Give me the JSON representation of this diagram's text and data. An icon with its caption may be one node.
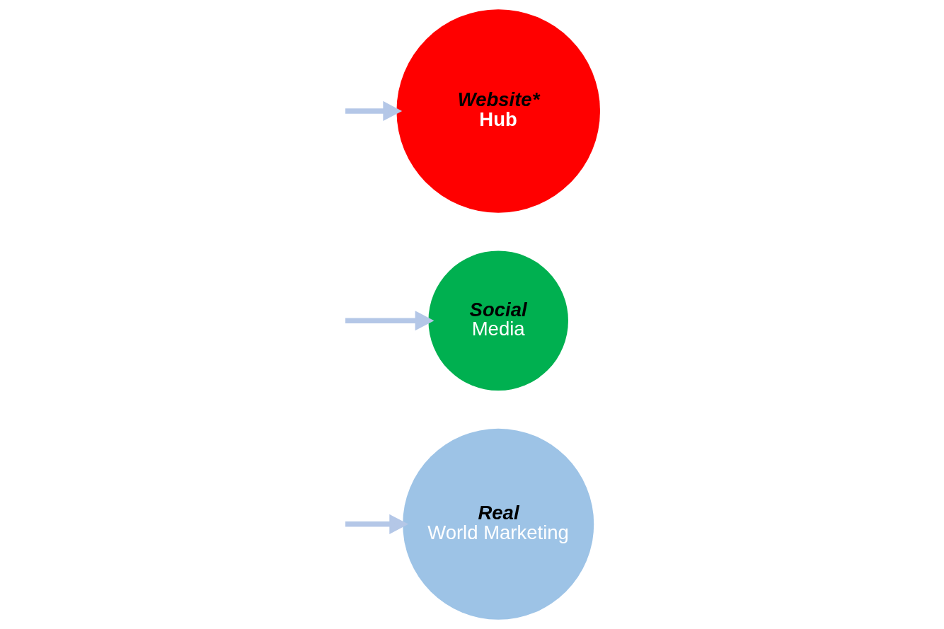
{
  "diagram": {
    "nodes": [
      {
        "text": [
          "Real",
          "World Marketing"
        ]
      },
      {
        "text": [
          "Social",
          "Media"
        ]
      },
      {
        "text": [
          "Website*",
          "Hub"
        ]
      }
    ],
    "edges": [
      {
        "from": null,
        "to": 0,
        "arrow": "to"
      },
      {
        "from": null,
        "to": 1,
        "arrow": "to"
      },
      {
        "from": null,
        "to": 2,
        "arrow": "to"
      }
    ]
  }
}
